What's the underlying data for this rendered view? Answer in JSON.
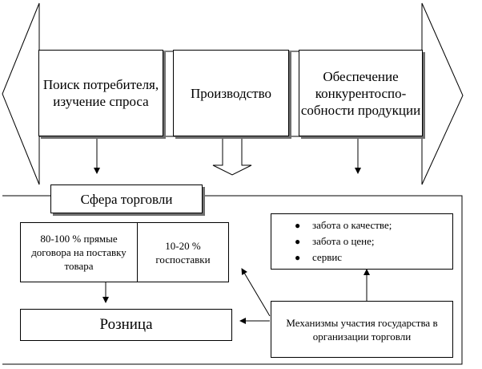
{
  "top_blocks": {
    "consumer_search": "Поиск потребителя, изучение спроса",
    "production": "Производство",
    "competitiveness": "Обеспечение конкурентоспо-собности продукции"
  },
  "trade_sphere": {
    "title": "Сфера торговли",
    "direct_contracts": "80-100 % прямые договора на поставку товара",
    "state_supply": "10-20 % госпоставки",
    "retail": "Розница",
    "mechanisms": "Механизмы участия государства в организации торговли",
    "care_items": [
      "забота о качестве;",
      "забота о цене;",
      "сервис"
    ]
  }
}
